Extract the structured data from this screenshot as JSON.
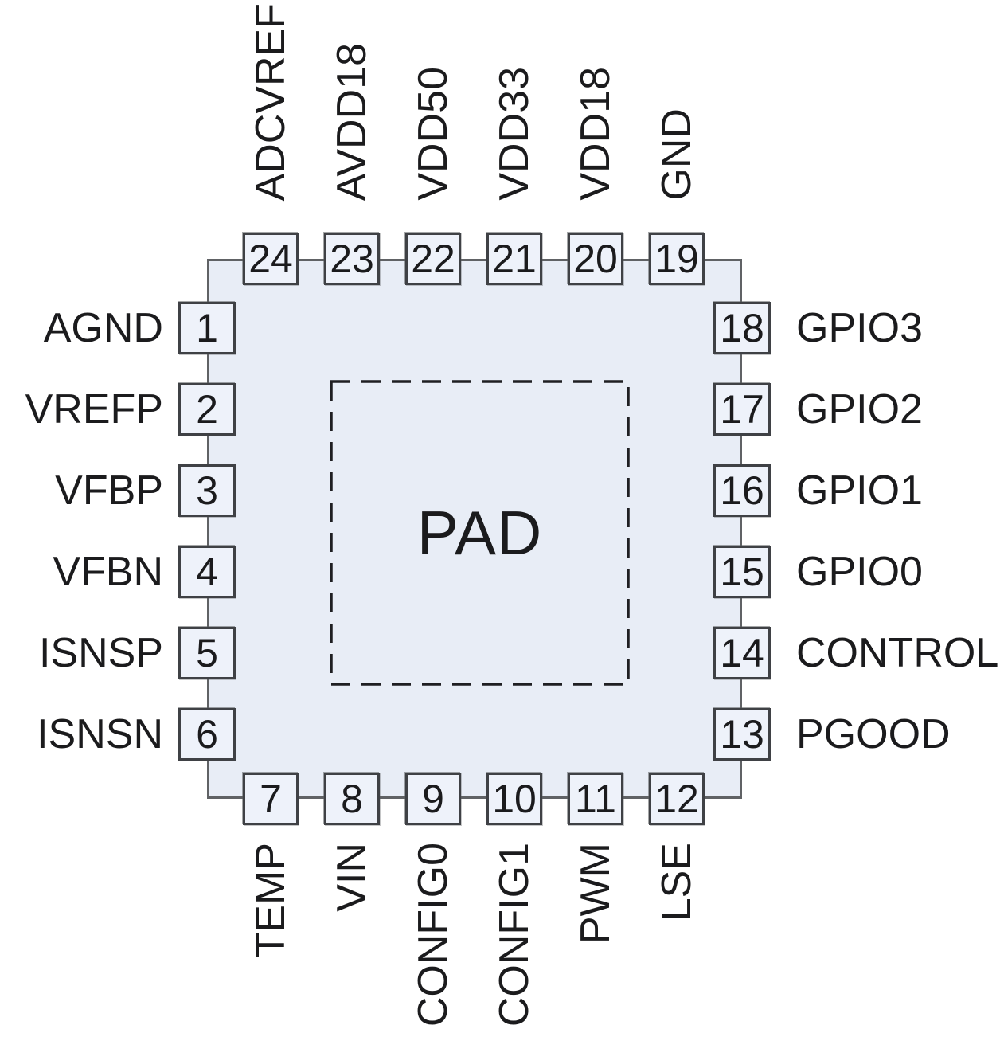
{
  "diagram": {
    "pad_label": "PAD",
    "pins": {
      "top": [
        {
          "number": "24",
          "label": "ADCVREF"
        },
        {
          "number": "23",
          "label": "AVDD18"
        },
        {
          "number": "22",
          "label": "VDD50"
        },
        {
          "number": "21",
          "label": "VDD33"
        },
        {
          "number": "20",
          "label": "VDD18"
        },
        {
          "number": "19",
          "label": "GND"
        }
      ],
      "left": [
        {
          "number": "1",
          "label": "AGND"
        },
        {
          "number": "2",
          "label": "VREFP"
        },
        {
          "number": "3",
          "label": "VFBP"
        },
        {
          "number": "4",
          "label": "VFBN"
        },
        {
          "number": "5",
          "label": "ISNSP"
        },
        {
          "number": "6",
          "label": "ISNSN"
        }
      ],
      "right": [
        {
          "number": "18",
          "label": "GPIO3"
        },
        {
          "number": "17",
          "label": "GPIO2"
        },
        {
          "number": "16",
          "label": "GPIO1"
        },
        {
          "number": "15",
          "label": "GPIO0"
        },
        {
          "number": "14",
          "label": "CONTROL"
        },
        {
          "number": "13",
          "label": "PGOOD"
        }
      ],
      "bottom": [
        {
          "number": "7",
          "label": "TEMP"
        },
        {
          "number": "8",
          "label": "VIN"
        },
        {
          "number": "9",
          "label": "CONFIG0"
        },
        {
          "number": "10",
          "label": "CONFIG1"
        },
        {
          "number": "11",
          "label": "PWM"
        },
        {
          "number": "12",
          "label": "LSE"
        }
      ]
    },
    "colors": {
      "chip_fill": "#e8edf6",
      "pin_fill": "#eef2fa",
      "chip_border": "#606265",
      "pin_border": "#3f4145",
      "text": "#1b1b1d",
      "background": "#ffffff"
    }
  }
}
